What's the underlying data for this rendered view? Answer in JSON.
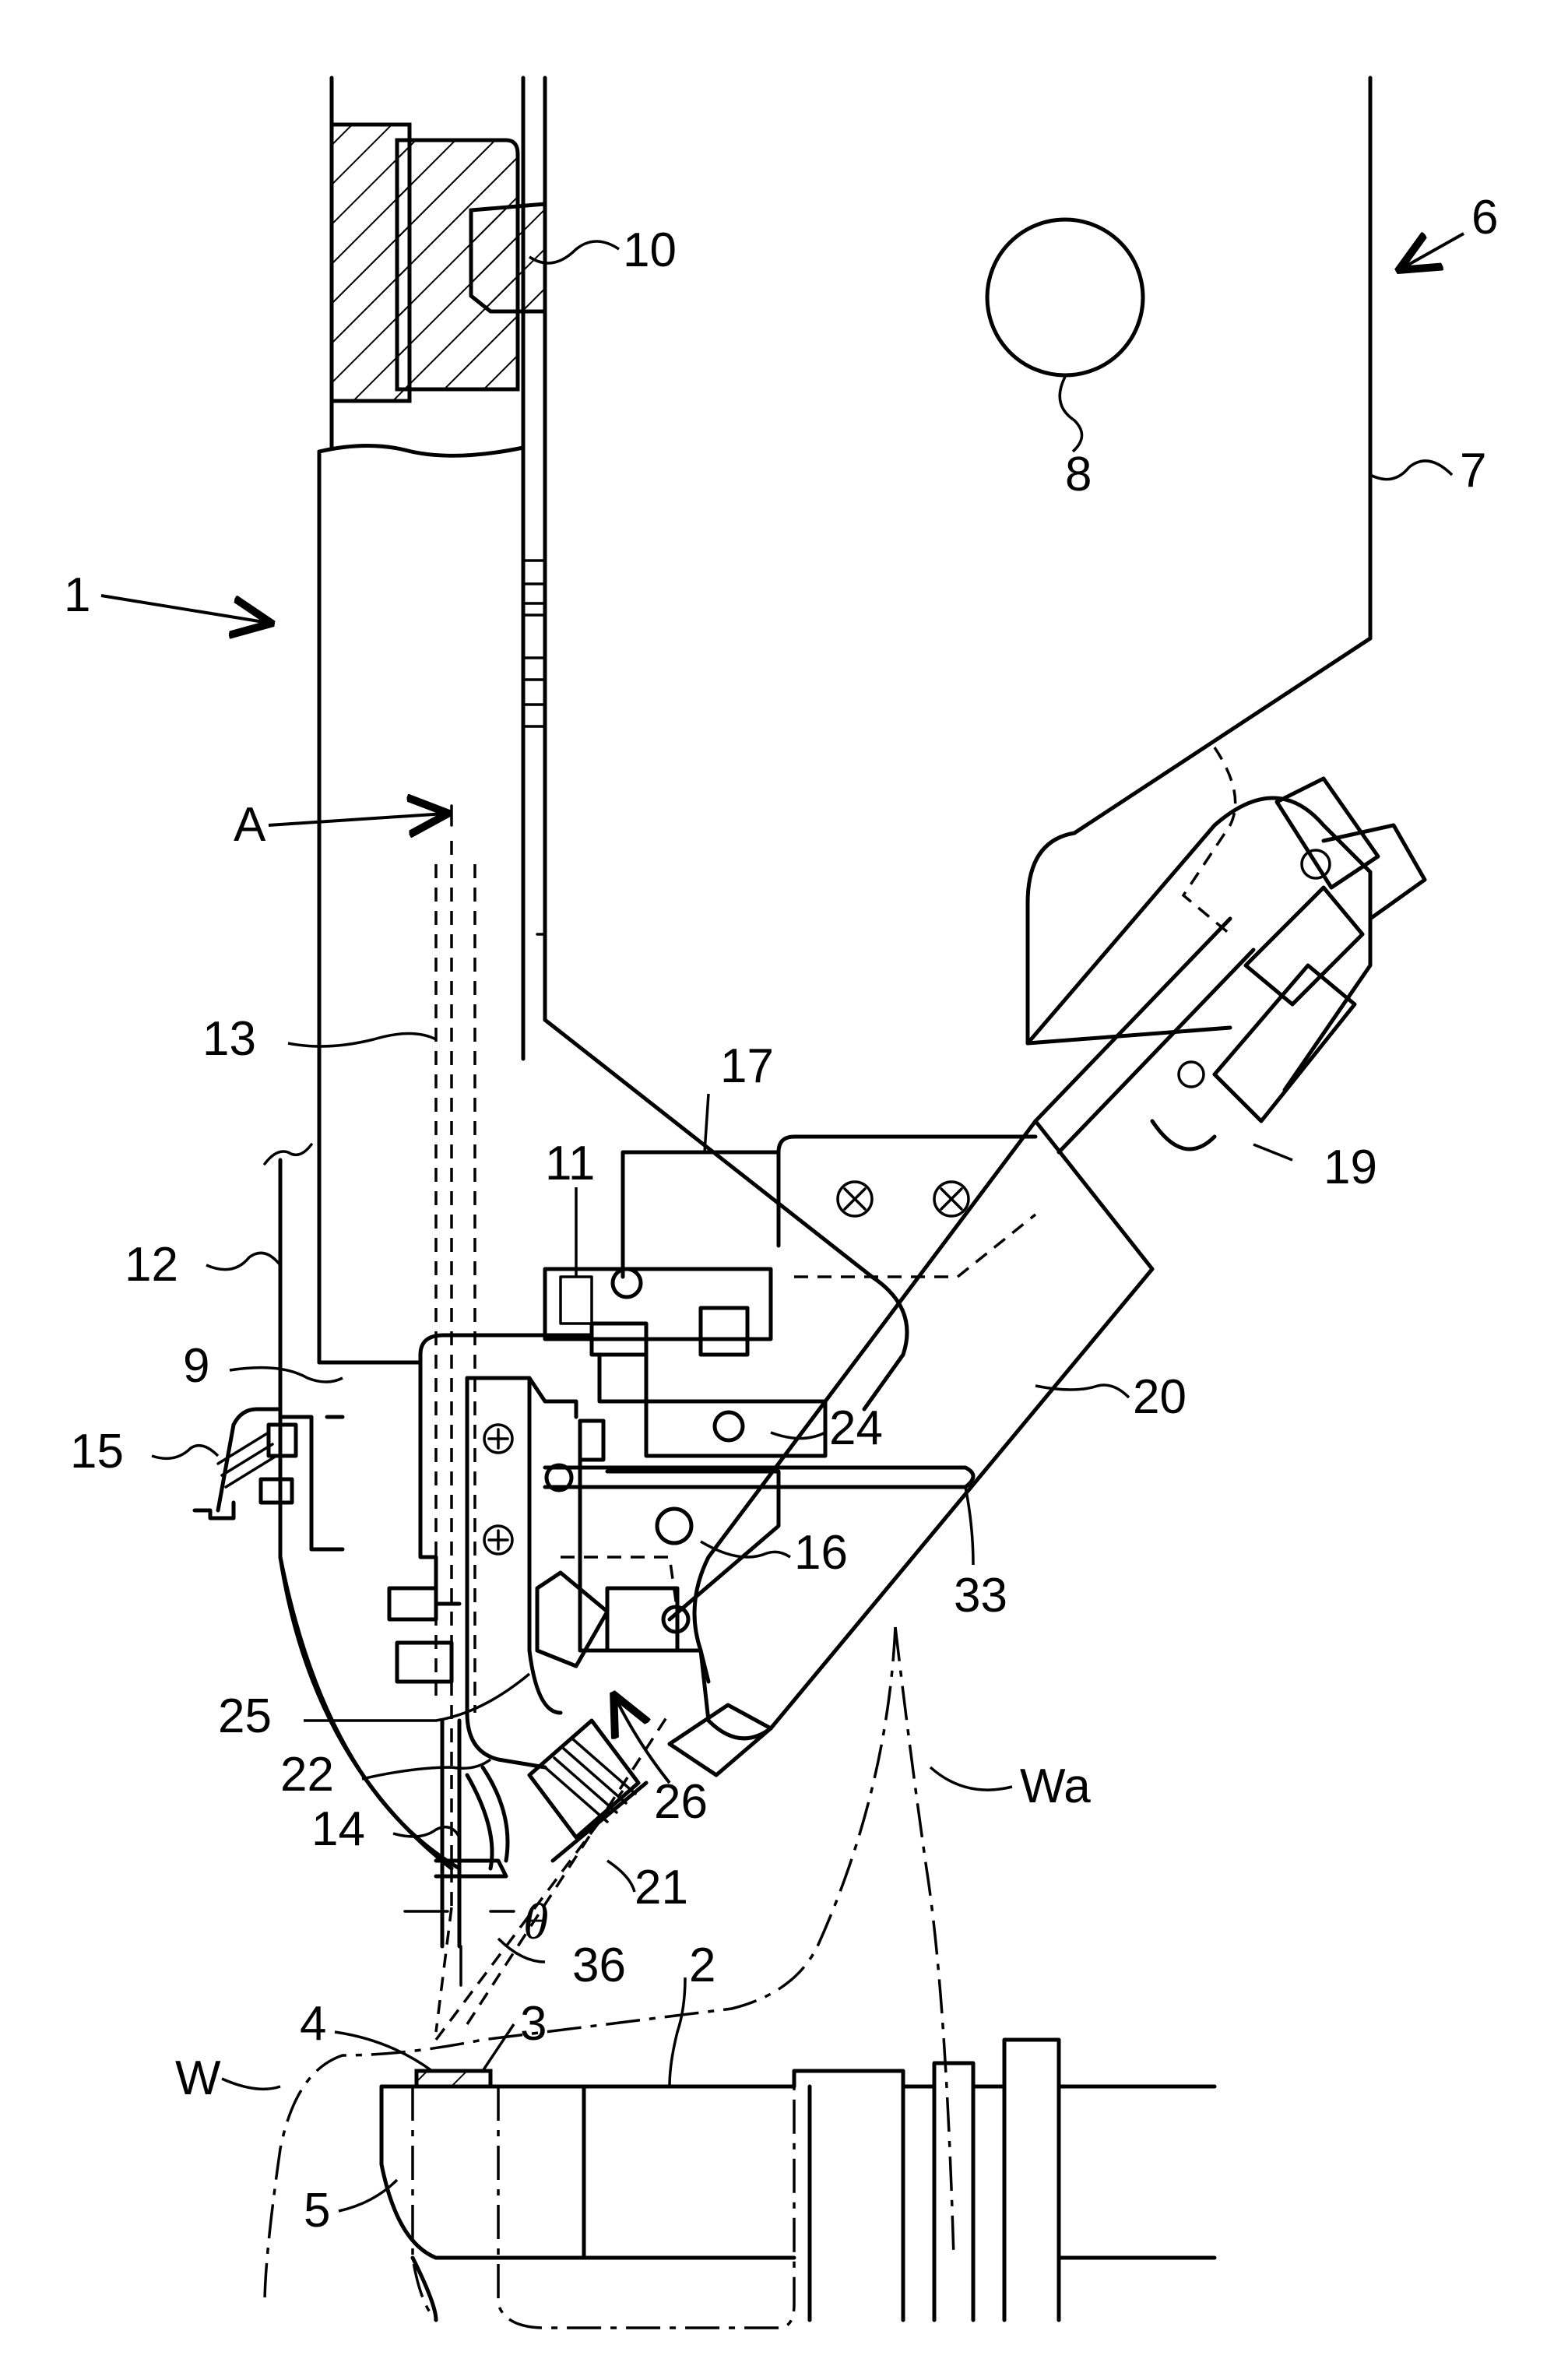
{
  "labels": {
    "l1": "1",
    "l2": "2",
    "l3": "3",
    "l4": "4",
    "l5": "5",
    "l6": "6",
    "l7": "7",
    "l8": "8",
    "l9": "9",
    "l10": "10",
    "l11": "11",
    "l12": "12",
    "l13": "13",
    "l14": "14",
    "l15": "15",
    "l16": "16",
    "l17": "17",
    "l19": "19",
    "l20": "20",
    "l21": "21",
    "l22": "22",
    "l24": "24",
    "l25": "25",
    "l26": "26",
    "l33": "33",
    "l36": "36",
    "A": "A",
    "W": "W",
    "Wa": "Wa",
    "theta": "θ"
  }
}
